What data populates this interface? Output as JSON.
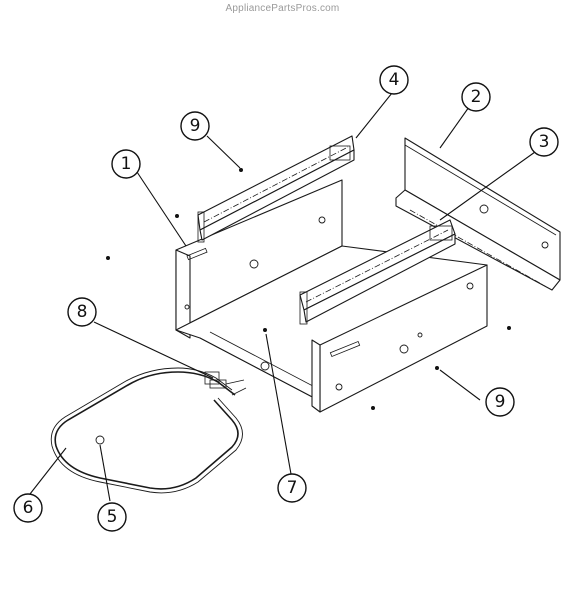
{
  "watermark": "AppliancePartsPros.com",
  "callouts": [
    {
      "id": "callout-1",
      "label": "1"
    },
    {
      "id": "callout-2",
      "label": "2"
    },
    {
      "id": "callout-3",
      "label": "3"
    },
    {
      "id": "callout-4",
      "label": "4"
    },
    {
      "id": "callout-5",
      "label": "5"
    },
    {
      "id": "callout-6",
      "label": "6"
    },
    {
      "id": "callout-7",
      "label": "7"
    },
    {
      "id": "callout-8",
      "label": "8"
    },
    {
      "id": "callout-9a",
      "label": "9"
    },
    {
      "id": "callout-9b",
      "label": "9"
    }
  ]
}
